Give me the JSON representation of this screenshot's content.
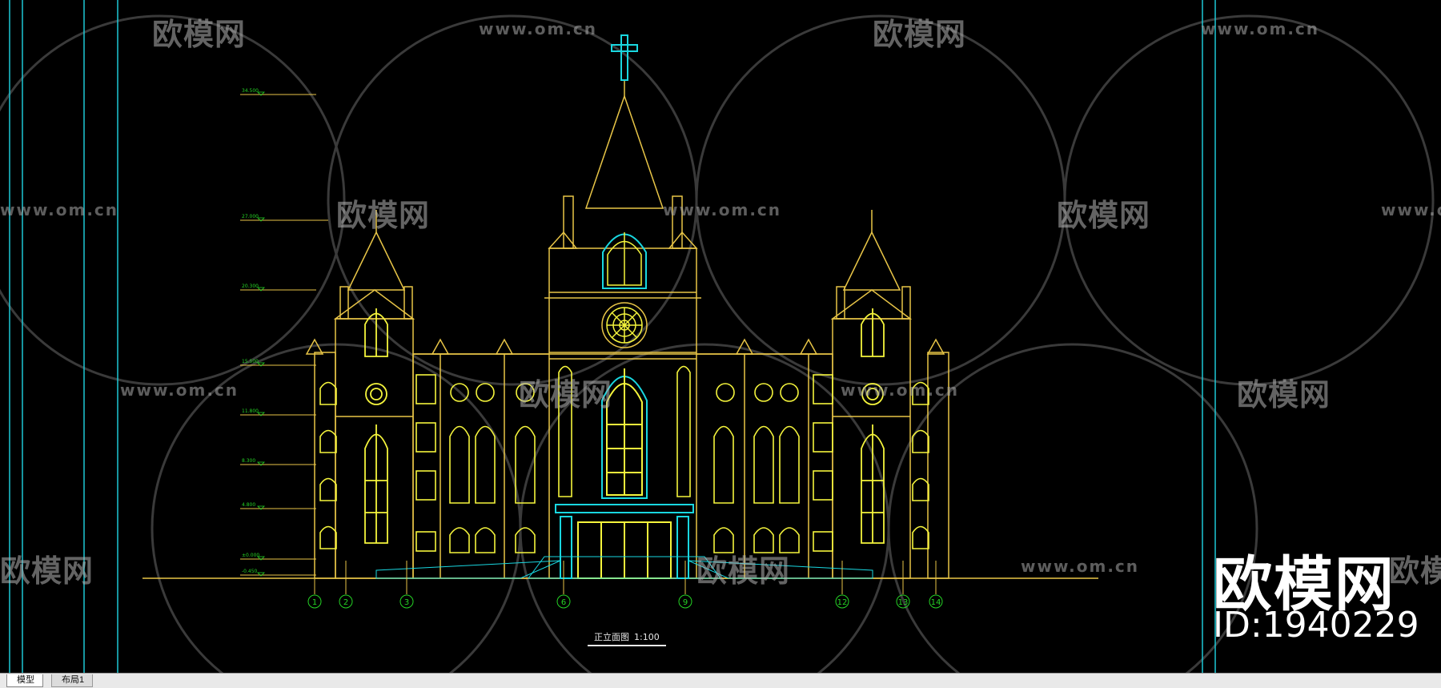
{
  "drawing": {
    "title": "正立面图",
    "scale": "1:100",
    "axis_labels": [
      "1",
      "2",
      "3",
      "6",
      "9",
      "12",
      "13",
      "14"
    ],
    "level_labels": [
      "34.500",
      "27.000",
      "20.300",
      "15.500",
      "11.800",
      "8.300",
      "4.800",
      "±0.000",
      "-0.450"
    ]
  },
  "watermark": {
    "url": "www.om.cn",
    "brand": "欧模网",
    "id": "ID:1940229"
  },
  "tabs": [
    {
      "label": "模型",
      "active": true
    },
    {
      "label": "布局1",
      "active": false
    }
  ],
  "colors": {
    "background": "#000000",
    "outline": "#e8c547",
    "windows": "#f5f53c",
    "accent": "#19d7e0",
    "levels": "#25d325",
    "guides": "#1ec8d6"
  }
}
